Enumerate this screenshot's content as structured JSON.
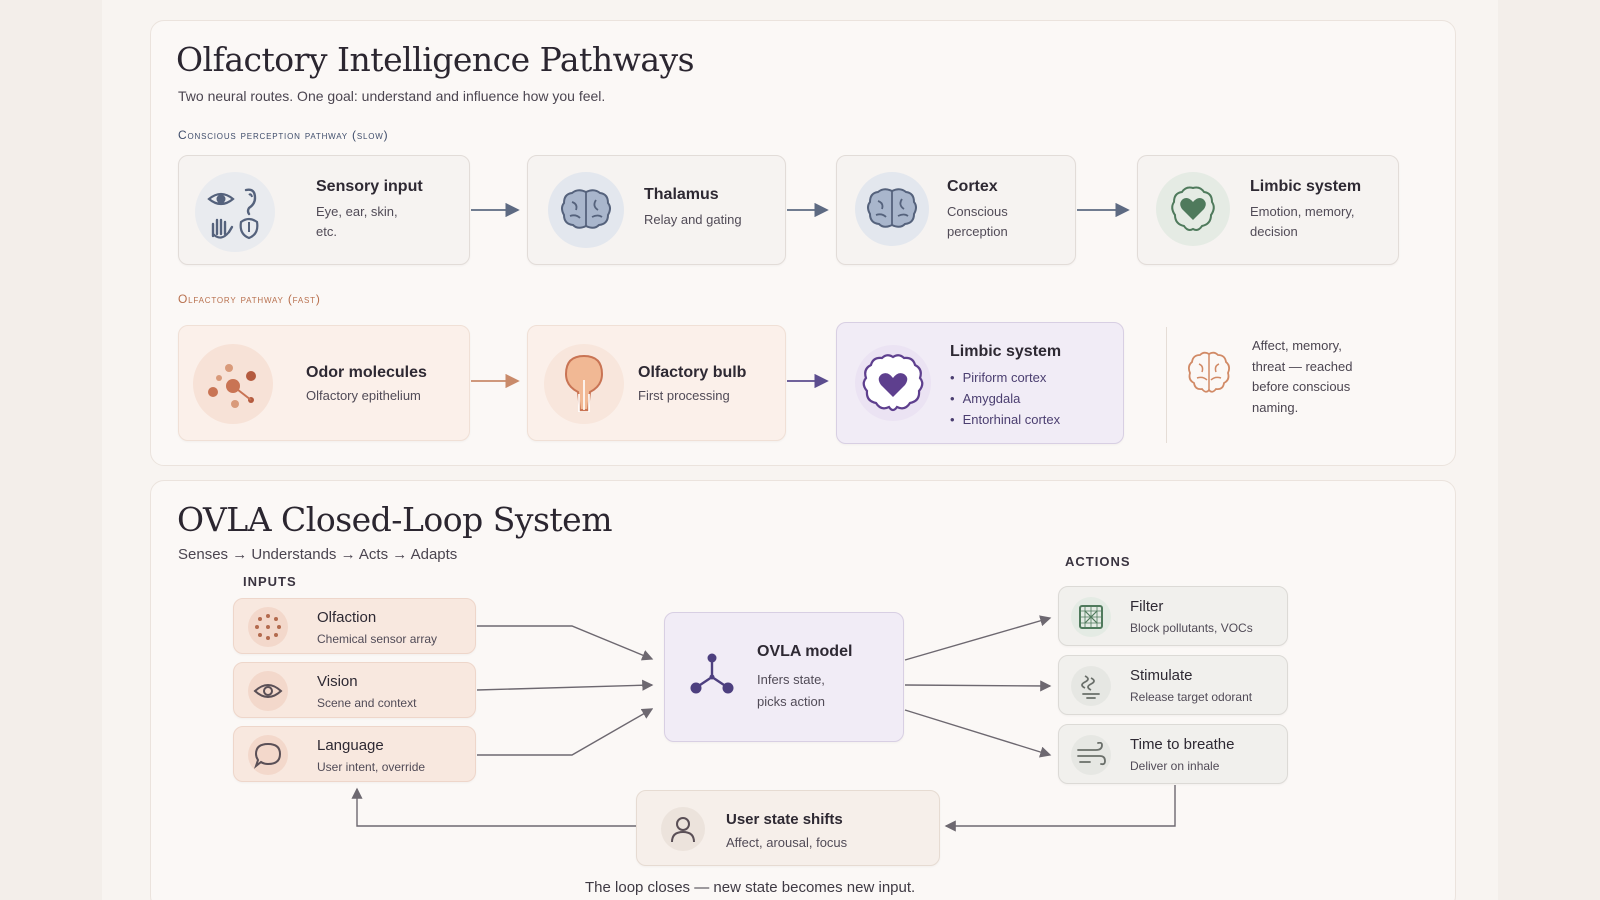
{
  "colors": {
    "slate_arrow": "#5d6a82",
    "warm_arrow": "#c98a6a",
    "purple_arrow": "#5c4d8e",
    "loop_line": "#6d6870",
    "olfactory_label": "#b8704e",
    "conscious_label": "#3f4d6b",
    "heart_green": "#4f7a5c",
    "heart_purple": "#5e3f8e"
  },
  "top": {
    "title": "Olfactory Intelligence Pathways",
    "subtitle": "Two neural routes. One goal: understand and influence how you feel.",
    "conscious_label": "Conscious perception pathway (slow)",
    "olfactory_label": "Olfactory pathway (fast)",
    "conscious_nodes": [
      {
        "title": "Sensory input",
        "line1": "Eye, ear, skin,",
        "line2": "etc.",
        "icon": "senses-icon"
      },
      {
        "title": "Thalamus",
        "line1": "Relay and gating",
        "line2": "",
        "icon": "brain-icon"
      },
      {
        "title": "Cortex",
        "line1": "Conscious",
        "line2": "perception",
        "icon": "brain-icon"
      },
      {
        "title": "Limbic system",
        "line1": "Emotion, memory,",
        "line2": "decision",
        "icon": "heart-icon"
      }
    ],
    "olfactory_nodes": [
      {
        "title": "Odor molecules",
        "line1": "Olfactory epithelium",
        "icon": "molecules-icon"
      },
      {
        "title": "Olfactory bulb",
        "line1": "First processing",
        "icon": "bulb-icon"
      },
      {
        "title": "Limbic system",
        "bullets": [
          "Piriform cortex",
          "Amygdala",
          "Entorhinal cortex"
        ],
        "icon": "heart-brain-icon"
      }
    ],
    "note": {
      "lines": [
        "Affect, memory,",
        "threat — reached",
        "before conscious",
        "naming."
      ],
      "icon": "brain-outline-icon"
    }
  },
  "bottom": {
    "title": "OVLA Closed-Loop System",
    "subtitle": "Senses → Understands → Acts → Adapts",
    "inputs_label": "INPUTS",
    "actions_label": "ACTIONS",
    "inputs": [
      {
        "title": "Olfaction",
        "text": "Chemical sensor array",
        "icon": "sensor-dots-icon"
      },
      {
        "title": "Vision",
        "text": "Scene and context",
        "icon": "eye-icon"
      },
      {
        "title": "Language",
        "text": "User intent, override",
        "icon": "speech-bubble-icon"
      }
    ],
    "model": {
      "title": "OVLA model",
      "line1": "Infers state,",
      "line2": "picks action",
      "icon": "network-icon"
    },
    "actions": [
      {
        "title": "Filter",
        "text": "Block pollutants, VOCs",
        "icon": "filter-icon"
      },
      {
        "title": "Stimulate",
        "text": "Release target odorant",
        "icon": "waves-icon"
      },
      {
        "title": "Time to breathe",
        "text": "Deliver on inhale",
        "icon": "wind-icon"
      }
    ],
    "user_state": {
      "title": "User state shifts",
      "text": "Affect, arousal, focus",
      "icon": "user-icon"
    },
    "footer": "The loop closes — new state becomes new input."
  }
}
